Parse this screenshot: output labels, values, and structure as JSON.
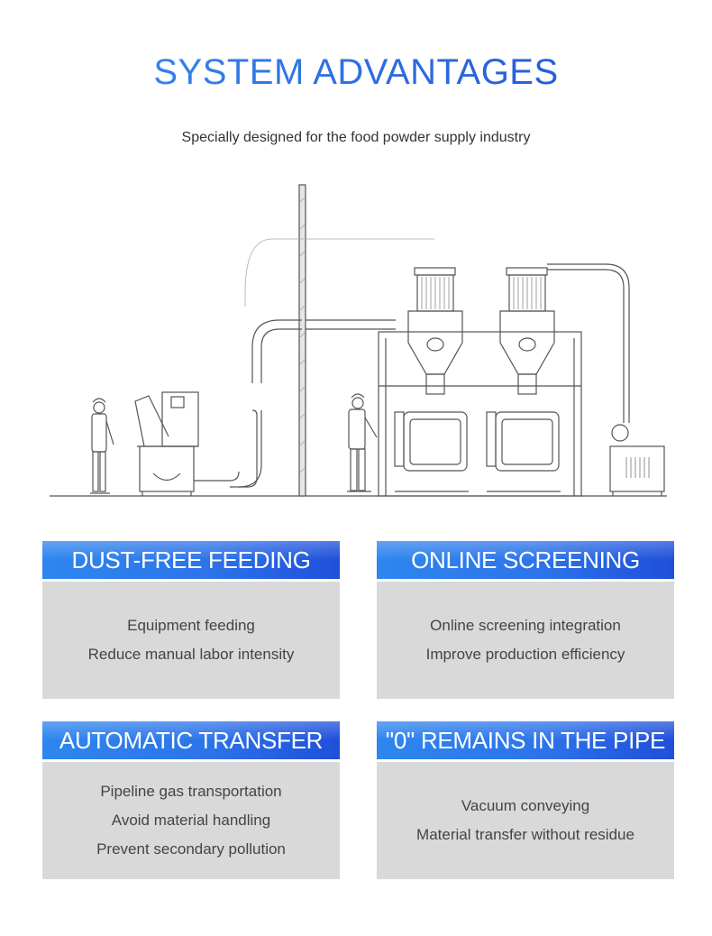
{
  "title": "SYSTEM ADVANTAGES",
  "subtitle": "Specially designed for the food powder supply industry",
  "features": [
    {
      "heading": "DUST-FREE FEEDING",
      "lines": [
        "Equipment feeding",
        "Reduce manual labor intensity"
      ]
    },
    {
      "heading": "ONLINE SCREENING",
      "lines": [
        "Online screening integration",
        "Improve production efficiency"
      ]
    },
    {
      "heading": "AUTOMATIC TRANSFER",
      "lines": [
        "Pipeline gas transportation",
        "Avoid material handling",
        "Prevent secondary pollution"
      ]
    },
    {
      "heading": "\"0\" REMAINS IN THE PIPE",
      "lines": [
        "Vacuum conveying",
        "Material transfer without residue"
      ]
    }
  ],
  "colors": {
    "accent": "#2e7de9",
    "card_body": "#d9d9d9",
    "line_drawing": "#555555"
  }
}
